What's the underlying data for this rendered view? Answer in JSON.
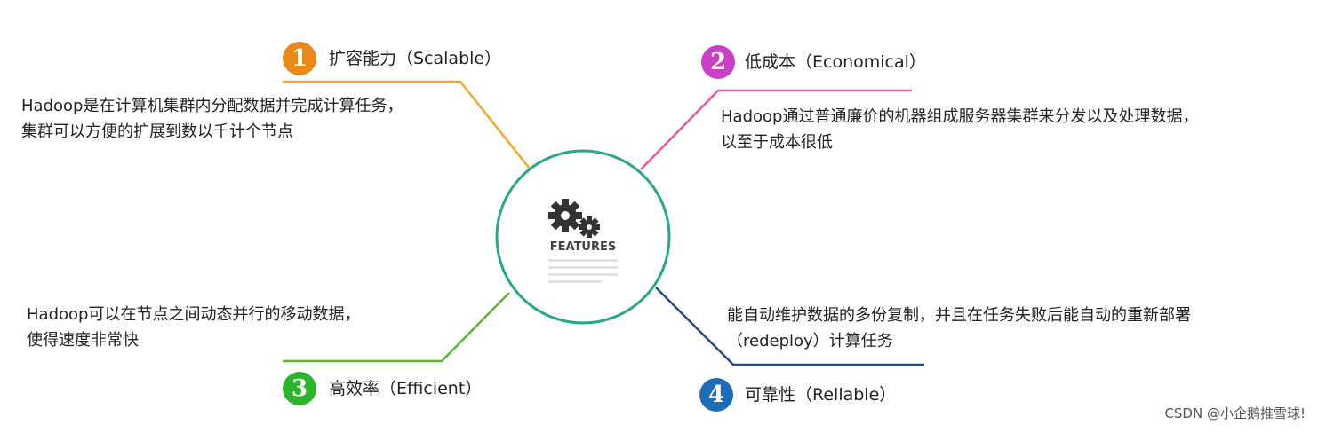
{
  "center": {
    "label": "FEATURES",
    "icon": "gears-icon"
  },
  "features": [
    {
      "number": "1",
      "title": "扩容能力（Scalable）",
      "color": "#e88a1a",
      "desc": [
        "Hadoop是在计算机集群内分配数据并完成计算任务，",
        "集群可以方便的扩展到数以千计个节点"
      ]
    },
    {
      "number": "2",
      "title": "低成本（Economical）",
      "color": "#c93fc4",
      "desc": [
        "Hadoop通过普通廉价的机器组成服务器集群来分发以及处理数据，",
        "以至于成本很低"
      ]
    },
    {
      "number": "3",
      "title": "高效率（Efficient）",
      "color": "#2db42d",
      "desc": [
        "Hadoop可以在节点之间动态并行的移动数据，",
        "使得速度非常快"
      ]
    },
    {
      "number": "4",
      "title": "可靠性（Rellable）",
      "color": "#1f6cb6",
      "desc": [
        "能自动维护数据的多份复制，并且在任务失败后能自动的重新部署",
        "（redeploy）计算任务"
      ]
    }
  ],
  "colors": {
    "circle": "#2aa68a",
    "line1": "#f0a830",
    "line2": "#e858a6",
    "line3": "#59b62f",
    "line4": "#1f4e8a"
  },
  "watermark": "CSDN @小企鹅推雪球!"
}
